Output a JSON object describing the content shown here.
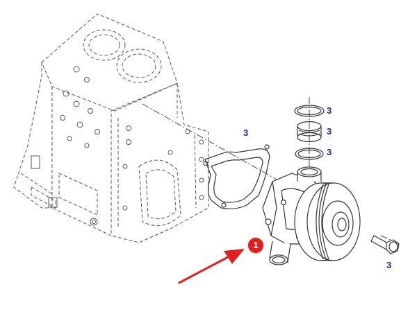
{
  "callouts": {
    "gasket": "3",
    "ring_top": "3",
    "ring_middle": "3",
    "ring_bottom": "3",
    "bolt": "3",
    "pump": "1"
  },
  "colors": {
    "label_text": "#1f2d8c",
    "line_art": "#333333",
    "accent_red": "#e02020"
  }
}
